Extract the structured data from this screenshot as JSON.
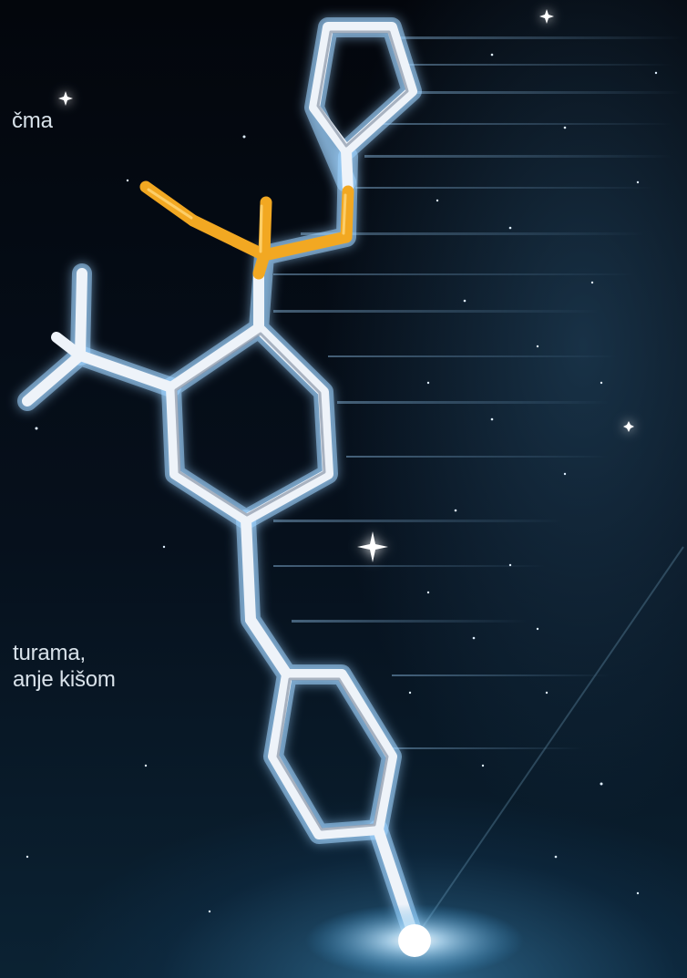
{
  "captions": {
    "top_fragment": "čma",
    "bottom_line_1": "turama,",
    "bottom_line_2": "anje kišom"
  },
  "artwork": {
    "subject": "molecule-ball-and-stick-model",
    "bond_color": "#e8eef6",
    "highlight_bond_color": "#f2a822",
    "glow_color": "#9fd4ff",
    "background_color": "#05080f"
  }
}
